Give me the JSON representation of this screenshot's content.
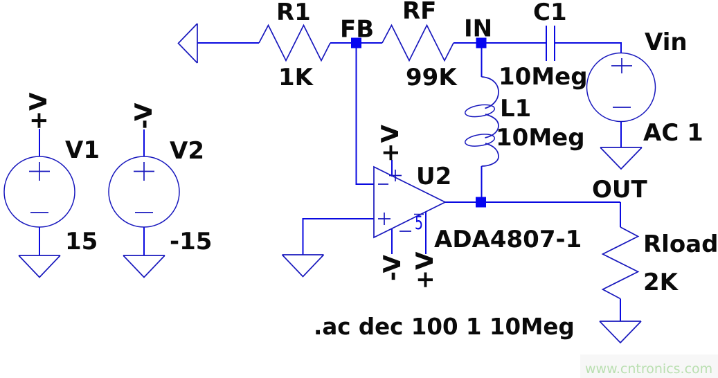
{
  "colors": {
    "background": "#ffffff",
    "wire": "#0a0ae0",
    "junction": "#0505f0",
    "label": "#0a0a0a",
    "symline": "#1717bd",
    "watermark": "#b9dfb0",
    "watermark_bg": "#f7f7f7"
  },
  "components": {
    "v1": {
      "name": "V1",
      "value": "15",
      "net_label": "+V"
    },
    "v2": {
      "name": "V2",
      "value": "-15",
      "net_label": "-V"
    },
    "r1": {
      "name": "R1",
      "value": "1K"
    },
    "rf": {
      "name": "RF",
      "value": "99K"
    },
    "c1": {
      "name": "C1",
      "value": "10Meg"
    },
    "l1": {
      "name": "L1",
      "value": "10Meg"
    },
    "vin": {
      "name": "Vin",
      "value": "AC 1"
    },
    "rload": {
      "name": "Rload",
      "value": "2K"
    },
    "u2": {
      "name": "U2",
      "value": "ADA4807-1",
      "pd_pin_number": "5",
      "supply_top_net": "+V",
      "supply_bottom_net": "-V",
      "pd_net": "+V"
    }
  },
  "nets": {
    "fb": "FB",
    "in": "IN",
    "out": "OUT"
  },
  "spice_directive": ".ac dec 100 1 10Meg",
  "watermark": "www.cntronics.com"
}
